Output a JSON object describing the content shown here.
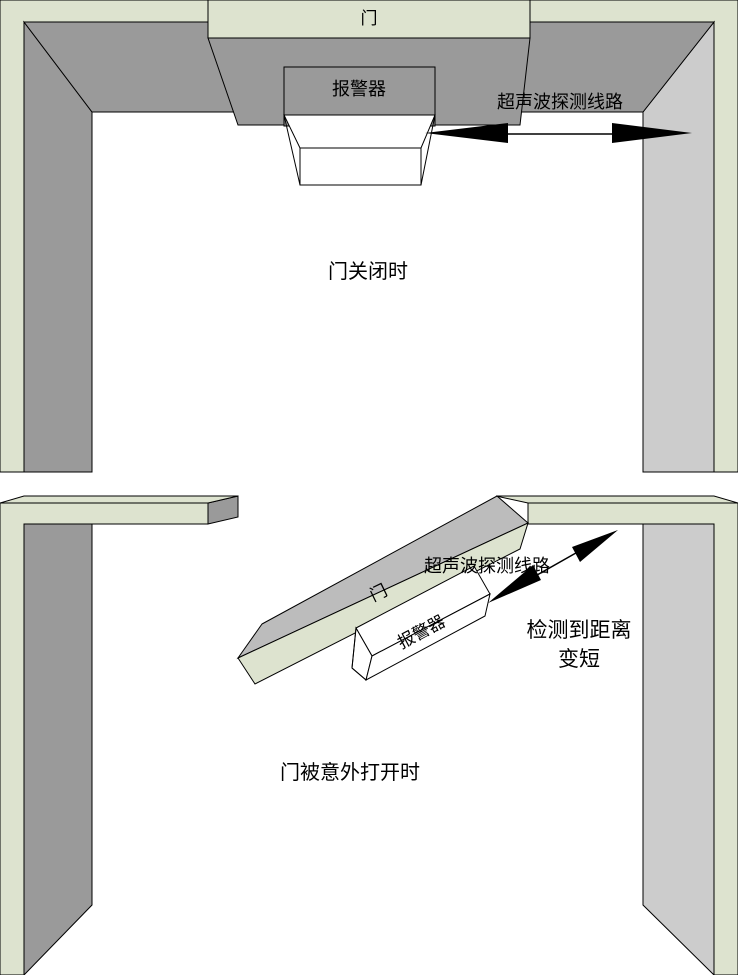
{
  "colors": {
    "frame_face": "#dde3cf",
    "frame_side": "#9a9a9a",
    "frame_side_light": "#cccccc",
    "door_top": "#bcbcbc",
    "stroke": "#000000"
  },
  "top": {
    "door_label": "门",
    "alarm_label": "报警器",
    "path_label": "超声波探测线路",
    "caption": "门关闭时"
  },
  "bottom": {
    "door_label": "门",
    "alarm_label": "报警器",
    "path_label": "超声波探测线路",
    "detect_line1": "检测到距离",
    "detect_line2": "变短",
    "caption": "门被意外打开时"
  }
}
